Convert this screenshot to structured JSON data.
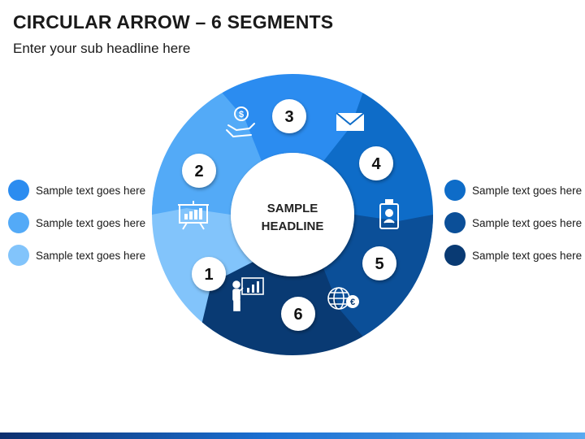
{
  "header": {
    "title": "CIRCULAR ARROW – 6 SEGMENTS",
    "subtitle": "Enter your sub headline here"
  },
  "center": {
    "line1": "SAMPLE",
    "line2": "HEADLINE"
  },
  "segments": [
    {
      "number": "1",
      "color": "#82c4fb",
      "icon": "presenter-chart-icon"
    },
    {
      "number": "2",
      "color": "#53aaf7",
      "icon": "bar-chart-board-icon"
    },
    {
      "number": "3",
      "color": "#2b8cf0",
      "icon": "hand-coin-icon"
    },
    {
      "number": "4",
      "color": "#0e6cc8",
      "icon": "envelope-icon"
    },
    {
      "number": "5",
      "color": "#0b4f98",
      "icon": "id-badge-icon"
    },
    {
      "number": "6",
      "color": "#093a73",
      "icon": "globe-euro-icon"
    }
  ],
  "legend_left": [
    {
      "label": "Sample text goes here",
      "color": "#2b8cf0"
    },
    {
      "label": "Sample text goes here",
      "color": "#53aaf7"
    },
    {
      "label": "Sample text goes here",
      "color": "#82c4fb"
    }
  ],
  "legend_right": [
    {
      "label": "Sample text goes here",
      "color": "#0e6cc8"
    },
    {
      "label": "Sample text goes here",
      "color": "#0b4f98"
    },
    {
      "label": "Sample text goes here",
      "color": "#093a73"
    }
  ]
}
